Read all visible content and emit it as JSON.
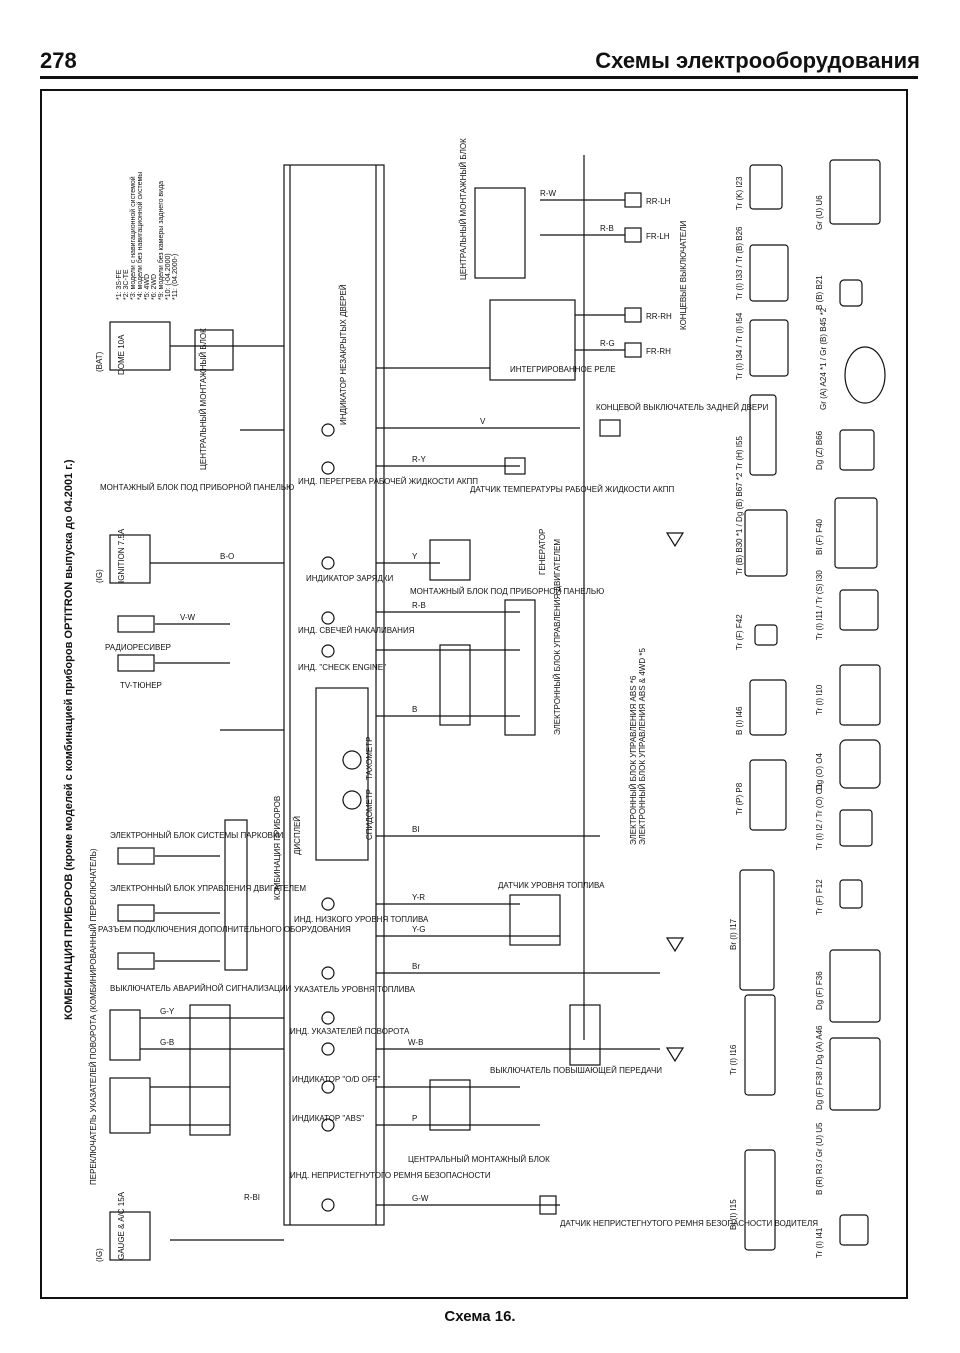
{
  "header": {
    "page_number": "278",
    "title": "Схемы электрооборудования"
  },
  "diagram": {
    "title": "КОМБИНАЦИЯ ПРИБОРОВ (кроме моделей с комбинацией приборов OPTITRON выпуска до 04.2001 г.)",
    "notes": [
      "*1: 3S-FE",
      "*2: 3C-TE",
      "*3: модели с навигационной системой",
      "*4: модели без навигационной системы",
      "*5: 4WD",
      "*6: 2WD",
      "*9: модели без камеры заднего вида",
      "*10: (-04.2000)",
      "*11: (04.2000-)"
    ],
    "fuses": [
      {
        "label": "DOME 10A",
        "box": "(BAT)"
      },
      {
        "label": "IGNITION 7.5A",
        "box": "(IG)"
      },
      {
        "label": "GAUGE & A/C 15A",
        "box": "(IG)"
      }
    ],
    "combination_meter": "КОМБИНАЦИЯ ПРИБОРОВ",
    "display": "ДИСПЛЕЙ",
    "speedometer": "СПИДОМЕТР",
    "tachometer": "ТАХОМЕТР",
    "indicators": [
      "ИНДИКАТОР НЕЗАКРЫТЫХ ДВЕРЕЙ",
      "ИНД. ПЕРЕГРЕВА РАБОЧЕЙ ЖИДКОСТИ АКПП",
      "ИНДИКАТОР ЗАРЯДКИ",
      "ИНД. СВЕЧЕЙ НАКАЛИВАНИЯ",
      "ИНД. \"CHECK ENGINE\"",
      "ИНД. НИЗКОГО УРОВНЯ ТОПЛИВА",
      "УКАЗАТЕЛЬ УРОВНЯ ТОПЛИВА",
      "ИНД. УКАЗАТЕЛЕЙ ПОВОРОТА",
      "ИНДИКАТОР \"O/D OFF\"",
      "ИНДИКАТОР \"ABS\"",
      "ИНД. НЕПРИСТЕГНУТОГО РЕМНЯ БЕЗОПАСНОСТИ"
    ],
    "left_components": [
      "МОНТАЖНЫЙ БЛОК ПОД ПРИБОРНОЙ ПАНЕЛЬЮ",
      "ЦЕНТРАЛЬНЫЙ МОНТАЖНЫЙ БЛОК",
      "РАДИОРЕСИВЕР",
      "TV-ТЮНЕР",
      "ЭЛЕКТРОННЫЙ БЛОК СИСТЕМЫ ПАРКОВКИ",
      "ЭЛЕКТРОННЫЙ БЛОК УПРАВЛЕНИЯ ДВИГАТЕЛЕМ",
      "РАЗЪЕМ ПОДКЛЮЧЕНИЯ ДОПОЛНИТЕЛЬНОГО ОБОРУДОВАНИЯ",
      "ВЫКЛЮЧАТЕЛЬ АВАРИЙНОЙ СИГНАЛИЗАЦИИ",
      "ПЕРЕКЛЮЧАТЕЛЬ УКАЗАТЕЛЕЙ ПОВОРОТА (КОМБИНИРОВАННЫЙ ПЕРЕКЛЮЧАТЕЛЬ)"
    ],
    "right_components": [
      "ЦЕНТРАЛЬНЫЙ МОНТАЖНЫЙ БЛОК",
      "ИНТЕГРИРОВАННОЕ РЕЛЕ",
      "КОНЦЕВЫЕ ВЫКЛЮЧАТЕЛИ",
      "КОНЦЕВОЙ ВЫКЛЮЧАТЕЛЬ ЗАДНЕЙ ДВЕРИ",
      "ДАТЧИК ТЕМПЕРАТУРЫ РАБОЧЕЙ ЖИДКОСТИ АКПП",
      "ГЕНЕРАТОР",
      "МОНТАЖНЫЙ БЛОК ПОД ПРИБОРНОЙ ПАНЕЛЬЮ",
      "ЭЛЕКТРОННЫЙ БЛОК УПРАВЛЕНИЯ ДВИГАТЕЛЕМ",
      "ЭЛЕКТРОННЫЙ БЛОК УПРАВЛЕНИЯ ABS *6",
      "ЭЛЕКТРОННЫЙ БЛОК УПРАВЛЕНИЯ ABS & 4WD *5",
      "ДАТЧИК УРОВНЯ ТОПЛИВА",
      "ВЫКЛЮЧАТЕЛЬ ПОВЫШАЮЩЕЙ ПЕРЕДАЧИ",
      "ЦЕНТРАЛЬНЫЙ МОНТАЖНЫЙ БЛОК",
      "ДАТЧИК НЕПРИСТЕГНУТОГО РЕМНЯ БЕЗОПАСНОСТИ ВОДИТЕЛЯ"
    ],
    "switches": [
      "RR-LH",
      "FR-LH",
      "RR-RH",
      "FR-RH"
    ],
    "wire_colors": [
      "R-W",
      "R-B",
      "R-G",
      "V",
      "R-Y",
      "B-O",
      "Y",
      "R-B",
      "B",
      "BI",
      "Y-R",
      "Y-G",
      "W-B",
      "Br",
      "G-Y",
      "G-B",
      "P",
      "G-W",
      "R-BI",
      "V-W"
    ],
    "connectors": [
      "Tr (K) I23",
      "Gr (U) U6",
      "Tr (I) I33 / Tr (B) B26",
      "B (B) B21",
      "Tr (I) I34 / Tr (I) I54",
      "Gr (A) A24 *1 / Gr (B) B45 *2",
      "Tr (H) I55",
      "Dg (Z) B66",
      "Tr (B) B30 *1 / Dg (B) B67 *2",
      "BI (F) F40",
      "Tr (F) F42",
      "Tr (I) I11 / Tr (S) I30",
      "B (I) I46",
      "Tr (I) I10",
      "Tr (P) P8",
      "Dg (O) O4",
      "Tr (I) I2 / Tr (O) O1",
      "Br (I) I17",
      "Tr (F) F12",
      "Dg (F) F36",
      "Tr (I) I16",
      "Dg (F) F38 / Dg (A) A46",
      "BI (I) I15",
      "B (R) R3 / Gr (U) U5",
      "Tr (I) I41"
    ]
  },
  "footer": {
    "caption": "Схема 16."
  }
}
